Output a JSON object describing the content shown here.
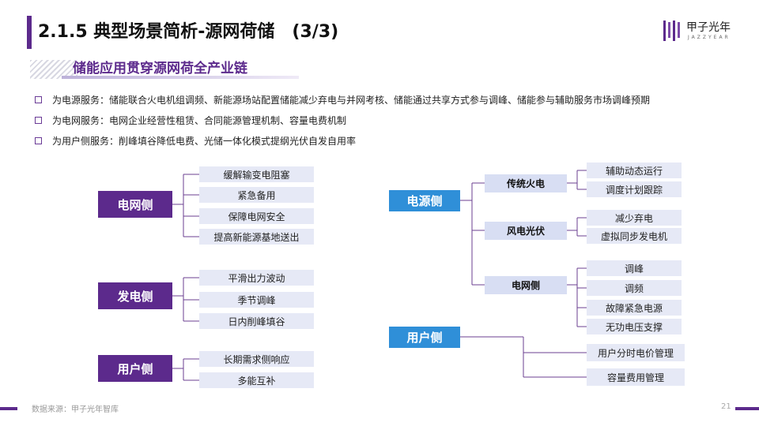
{
  "header": {
    "title": "2.1.5 典型场景简析-源网荷储　(3/3)",
    "logo_text": "甲子光年",
    "logo_sub": "JAZZYEAR"
  },
  "subtitle": "储能应用贯穿源网荷全产业链",
  "bullets": [
    "为电源服务：储能联合火电机组调频、新能源场站配置储能减少弃电与并网考核、储能通过共享方式参与调峰、储能参与辅助服务市场调峰预期",
    "为电网服务：电网企业经营性租赁、合同能源管理机制、容量电费机制",
    "为用户侧服务：削峰填谷降低电费、光储一体化模式提纲光伏自发自用率"
  ],
  "left": {
    "grid": {
      "label": "电网侧",
      "items": [
        "缓解输变电阻塞",
        "紧急备用",
        "保障电网安全",
        "提高新能源基地送出"
      ]
    },
    "generation": {
      "label": "发电侧",
      "items": [
        "平滑出力波动",
        "季节调峰",
        "日内削峰填谷"
      ]
    },
    "user": {
      "label": "用户侧",
      "items": [
        "长期需求侧响应",
        "多能互补"
      ]
    }
  },
  "right": {
    "power_source": {
      "label": "电源侧",
      "groups": [
        {
          "label": "传统火电",
          "items": [
            "辅助动态运行",
            "调度计划跟踪"
          ]
        },
        {
          "label": "风电光伏",
          "items": [
            "减少弃电",
            "虚拟同步发电机"
          ]
        },
        {
          "label": "电网侧",
          "items": [
            "调峰",
            "调频",
            "故障紧急电源",
            "无功电压支撑"
          ]
        }
      ]
    },
    "user": {
      "label": "用户侧",
      "items": [
        "用户分时电价管理",
        "容量费用管理"
      ]
    }
  },
  "footer": {
    "source": "数据来源：甲子光年智库",
    "page": "21"
  },
  "colors": {
    "primary_purple": "#5c2a8c",
    "accent_blue": "#2f8fd8",
    "leaf_bg": "#e6e9f6",
    "sub_bg": "#d8def3"
  }
}
